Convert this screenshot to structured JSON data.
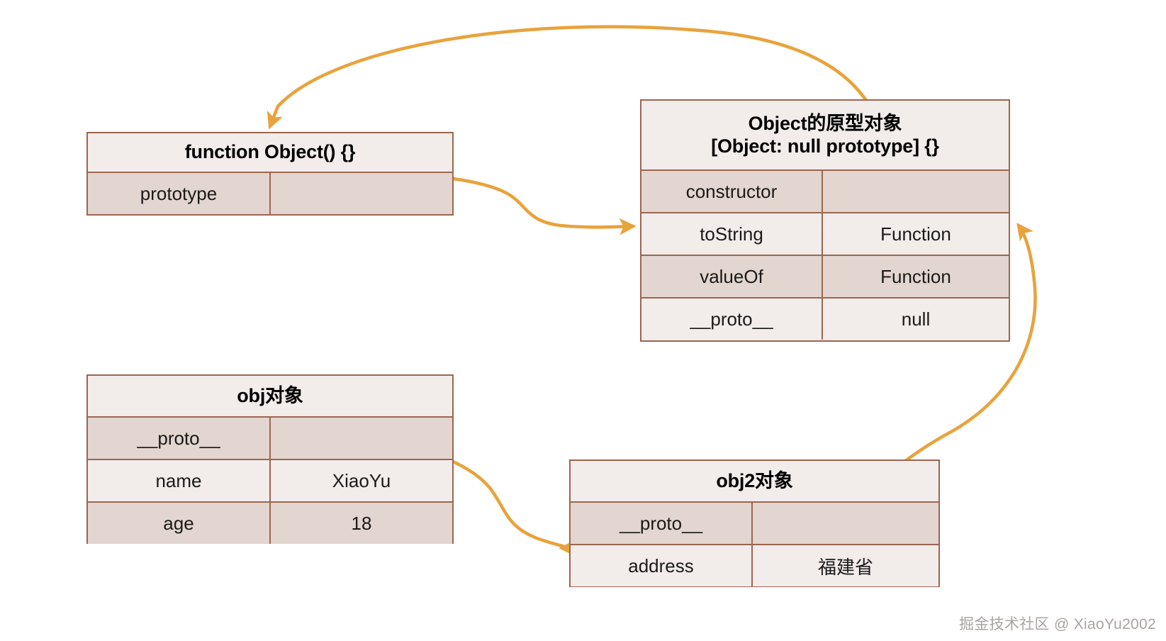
{
  "diagram": {
    "title_hidden": "JavaScript prototype chain diagram",
    "colors": {
      "border": "#9c6650",
      "row_light": "#f2eceb",
      "row_dark": "#e3d5cf",
      "arrow": "#e8a33d",
      "background": "#ffffff"
    }
  },
  "boxes": {
    "func_object": {
      "title": "function Object() {}",
      "rows": [
        {
          "key": "prototype",
          "value": ""
        }
      ]
    },
    "object_prototype": {
      "title_line1": "Object的原型对象",
      "title_line2": "[Object: null prototype] {}",
      "rows": [
        {
          "key": "constructor",
          "value": ""
        },
        {
          "key": "toString",
          "value": "Function"
        },
        {
          "key": "valueOf",
          "value": "Function"
        },
        {
          "key": "__proto__",
          "value": "null"
        }
      ]
    },
    "obj": {
      "title": "obj对象",
      "rows": [
        {
          "key": "__proto__",
          "value": ""
        },
        {
          "key": "name",
          "value": "XiaoYu"
        },
        {
          "key": "age",
          "value": "18"
        }
      ]
    },
    "obj2": {
      "title": "obj2对象",
      "rows": [
        {
          "key": "__proto__",
          "value": ""
        },
        {
          "key": "address",
          "value": "福建省"
        }
      ]
    }
  },
  "arrows": [
    {
      "name": "constructor-to-function-object",
      "from": "object_prototype.constructor",
      "to": "func_object.title"
    },
    {
      "name": "prototype-to-object-prototype",
      "from": "func_object.prototype",
      "to": "object_prototype.toString"
    },
    {
      "name": "obj-proto-to-obj2",
      "from": "obj.__proto__",
      "to": "obj2.__proto__"
    },
    {
      "name": "obj2-proto-to-object-prototype",
      "from": "obj2.__proto__",
      "to": "object_prototype"
    }
  ],
  "watermark": {
    "text": "掘金技术社区 @ XiaoYu2002"
  }
}
